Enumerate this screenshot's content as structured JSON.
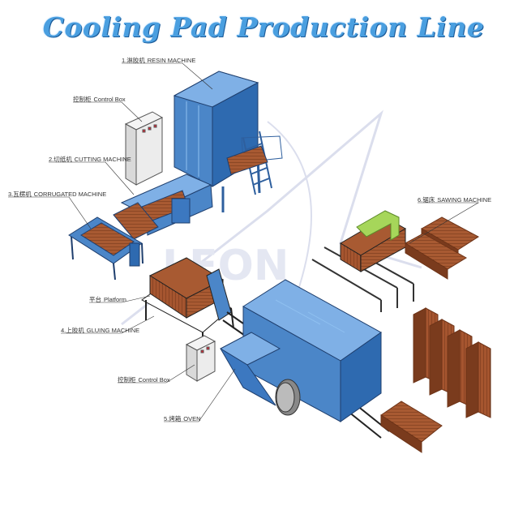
{
  "title": "Cooling Pad Production Line",
  "watermark": "LEON",
  "colors": {
    "title": "#4a9fe0",
    "machine_blue": "#4b86c8",
    "machine_dark": "#2e5f9e",
    "pad_brown": "#a85a32",
    "pad_dark": "#6e3418",
    "saw_green": "#a6d65a",
    "control_grey": "#e6e6e6"
  },
  "labels": [
    {
      "id": "resin-machine",
      "zh": "1.淋胶机",
      "en": "RESIN MACHINE"
    },
    {
      "id": "control-box-top",
      "zh": "控制柜",
      "en": "Control Box"
    },
    {
      "id": "cutting-machine",
      "zh": "2.切纸机",
      "en": "CUTTING MACHINE"
    },
    {
      "id": "corrugated-machine",
      "zh": "3.瓦楞机",
      "en": "CORRUGATED MACHINE"
    },
    {
      "id": "platform",
      "zh": "平台",
      "en": "Platform"
    },
    {
      "id": "gluing-machine",
      "zh": "4.上胶机",
      "en": "GLUING MACHINE"
    },
    {
      "id": "control-box-bottom",
      "zh": "控制柜",
      "en": "Control Box"
    },
    {
      "id": "oven",
      "zh": "5.烤箱",
      "en": "OVEN"
    },
    {
      "id": "sawing-machine",
      "zh": "6.锯床",
      "en": "SAWING MACHINE"
    }
  ]
}
